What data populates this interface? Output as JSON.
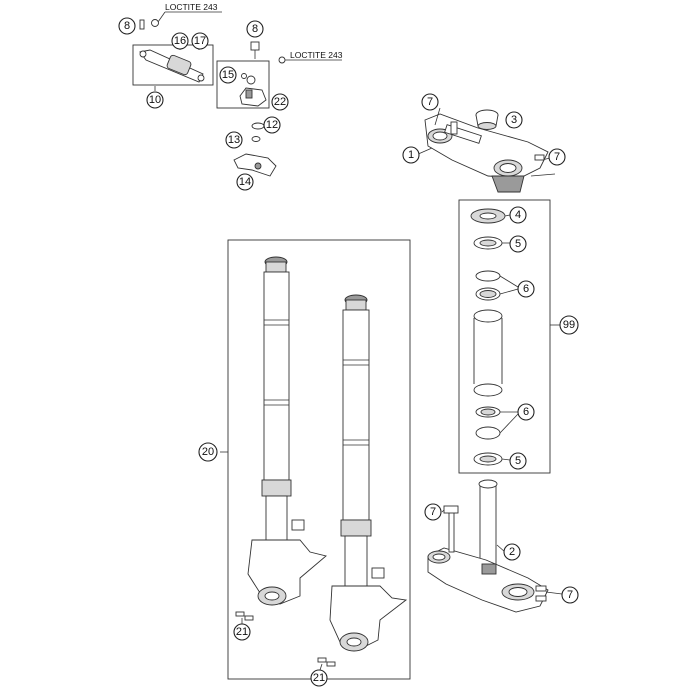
{
  "notes": {
    "loctite_left": "LOCTITE 243",
    "loctite_mid": "LOCTITE 243"
  },
  "callouts": {
    "c1": "1",
    "c2": "2",
    "c3": "3",
    "c4": "4",
    "c5a": "5",
    "c5b": "5",
    "c6a": "6",
    "c6b": "6",
    "c7a": "7",
    "c7b": "7",
    "c7c": "7",
    "c7d": "7",
    "c8a": "8",
    "c8b": "8",
    "c10": "10",
    "c12": "12",
    "c13": "13",
    "c14": "14",
    "c15": "15",
    "c16": "16",
    "c17": "17",
    "c20": "20",
    "c21a": "21",
    "c21b": "21",
    "c22": "22",
    "c99": "99"
  }
}
